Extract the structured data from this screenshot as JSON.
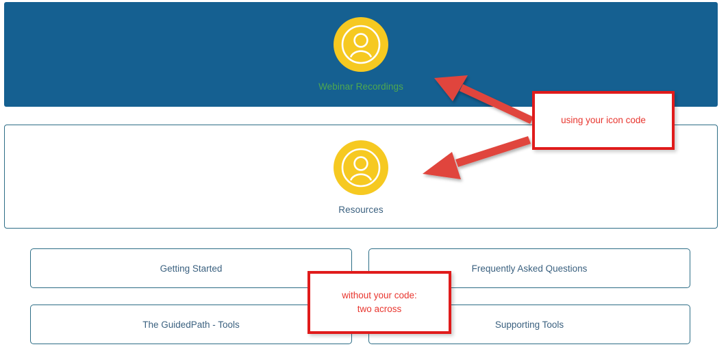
{
  "page": {
    "title": "Webinar Recordings and Resources portal layout comparison"
  },
  "colors": {
    "panel_blue": "#156091",
    "panel_border": "#2b6c85",
    "icon_yellow": "#f6c921",
    "caption_green": "#4fa84f",
    "caption_blue": "#3a607f",
    "annotation_red": "#e01b1b",
    "annotation_text_red": "#e8352e",
    "arrow_red": "#e0443c"
  },
  "blue_panel": {
    "tile": {
      "icon_name": "user-circle-icon",
      "caption": "Webinar Recordings"
    }
  },
  "white_panel": {
    "tile": {
      "icon_name": "user-circle-icon",
      "caption": "Resources"
    }
  },
  "buttons": {
    "rows": [
      [
        {
          "label": "Getting Started"
        },
        {
          "label": "Frequently Asked Questions"
        }
      ],
      [
        {
          "label": "The GuidedPath - Tools"
        },
        {
          "label": "Supporting Tools"
        }
      ]
    ]
  },
  "annotations": [
    {
      "id": "using-your-icon-code",
      "lines": [
        "using your icon code"
      ],
      "text": "using your icon code"
    },
    {
      "id": "without-your-code",
      "lines": [
        "without your code:",
        "two across"
      ],
      "line1": "without your code:",
      "line2": "two across"
    }
  ],
  "arrows": [
    {
      "name": "arrow-to-webinar-tile",
      "direction": "up-left"
    },
    {
      "name": "arrow-to-resources-tile",
      "direction": "down-left"
    }
  ]
}
